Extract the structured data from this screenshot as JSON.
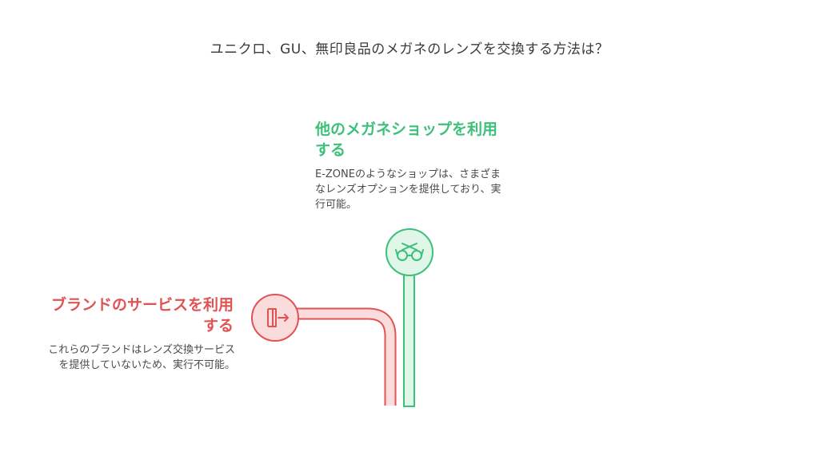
{
  "title": "ユニクロ、GU、無印良品のメガネのレンズを交換する方法は？",
  "options": [
    {
      "title": "他のメガネショップを利用する",
      "description": "E-ZONEのようなショップは、さまざまなレンズオプションを提供しており、実行可能。",
      "icon": "glasses-icon",
      "color": "#3cc07a"
    },
    {
      "title": "ブランドのサービスを利用する",
      "description": "これらのブランドはレンズ交換サービスを提供していないため、実行不可能。",
      "icon": "exit-door-icon",
      "color": "#e05353"
    }
  ]
}
